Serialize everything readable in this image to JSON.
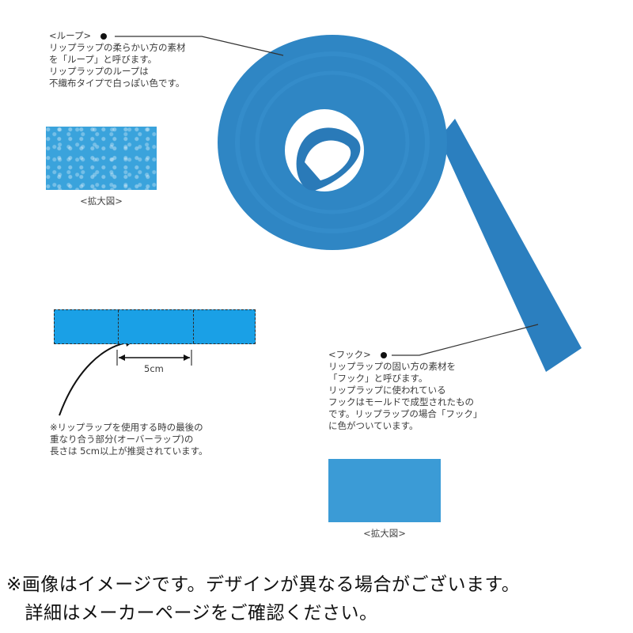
{
  "loop": {
    "title": "<ループ>",
    "desc": "リップラップの柔らかい方の素材\nを「ループ」と呼びます。\nリップラップのループは\n不織布タイプで白っぽい色です。",
    "caption": "<拡大図>"
  },
  "hook": {
    "title": "<フック>",
    "desc": "リップラップの固い方の素材を\n「フック」と呼びます。\nリップラップに使われている\nフックはモールドで成型されたもの\nです。リップラップの場合「フック」\nに色がついています。",
    "caption": "<拡大図>"
  },
  "overlap": {
    "measure_label": "5cm",
    "note": "※リップラップを使用する時の最後の\n重なり合う部分(オーバーラップ)の\n長さは 5cm以上が推奨されています。"
  },
  "footer": {
    "line1": "※画像はイメージです。デザインが異なる場合がございます。",
    "line2": "　詳細はメーカーページをご確認ください。"
  },
  "colors": {
    "tape_blue": "#2f86c4",
    "strip_blue": "#1aa0e6",
    "loop_swatch": "#3aa3dc",
    "hook_swatch": "#3b9bd6"
  },
  "icons": [
    "tape-roll-image",
    "callout-dot-icon",
    "curved-arrow-icon",
    "dimension-arrow-icon"
  ]
}
